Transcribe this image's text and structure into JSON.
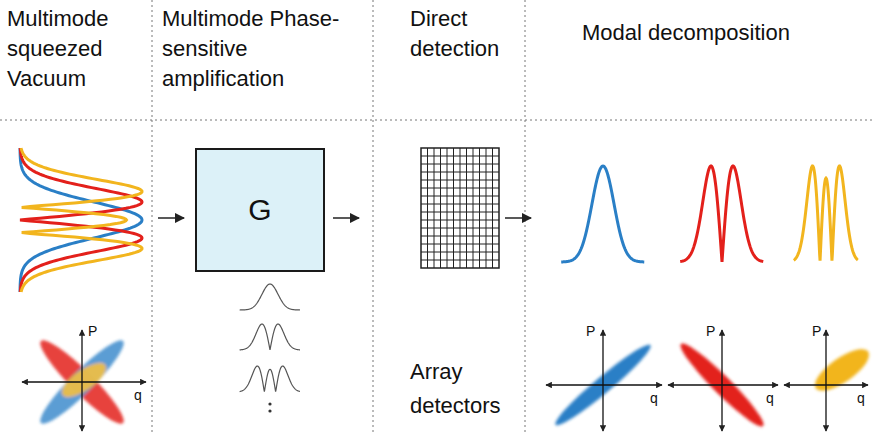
{
  "diagram": {
    "nodes": [
      {
        "text": [
          "G"
        ]
      }
    ],
    "labels": [
      "Multimode squeezed Vacuum",
      "Multimode Phase-sensitive amplification",
      "Direct detection",
      "Modal decomposition",
      "P",
      "q",
      "Array detectors",
      "P",
      "q",
      "P",
      "q",
      "P",
      "q"
    ]
  }
}
